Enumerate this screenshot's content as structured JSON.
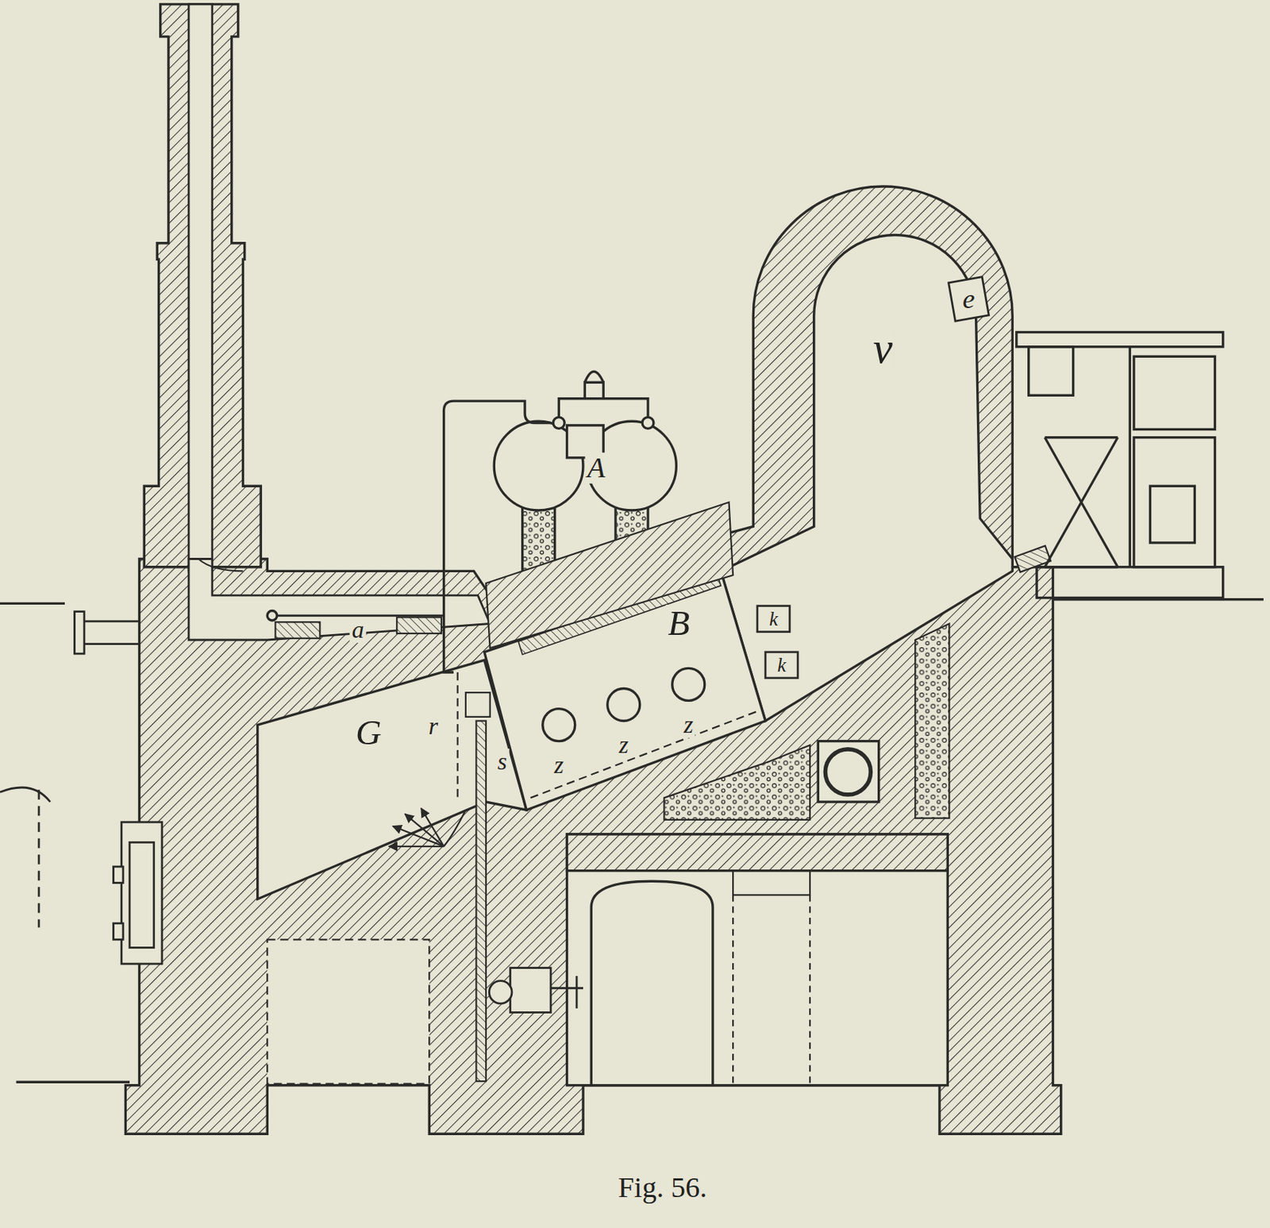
{
  "diagram": {
    "caption": "Fig. 56.",
    "labels": [
      "v",
      "e",
      "A",
      "a",
      "B",
      "G",
      "r",
      "s",
      "z",
      "z",
      "z",
      "k",
      "k"
    ]
  }
}
